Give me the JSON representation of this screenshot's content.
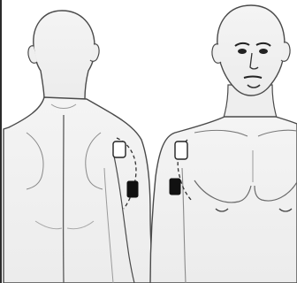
{
  "colors": {
    "background": "#ffffff",
    "body_fill": "#f1f1f1",
    "body_shadow": "#e2e2e2",
    "outline": "#4a4a4a",
    "active_electrode": "#111111",
    "reference_electrode": "#ffffff"
  },
  "figures": [
    {
      "name": "back-view-figure",
      "electrodes": [
        "white-electrode",
        "black-electrode"
      ]
    },
    {
      "name": "front-view-figure",
      "electrodes": [
        "white-electrode",
        "black-electrode"
      ]
    }
  ],
  "icons": [
    "electrode-white",
    "electrode-black",
    "dashed-muscle-outline"
  ]
}
